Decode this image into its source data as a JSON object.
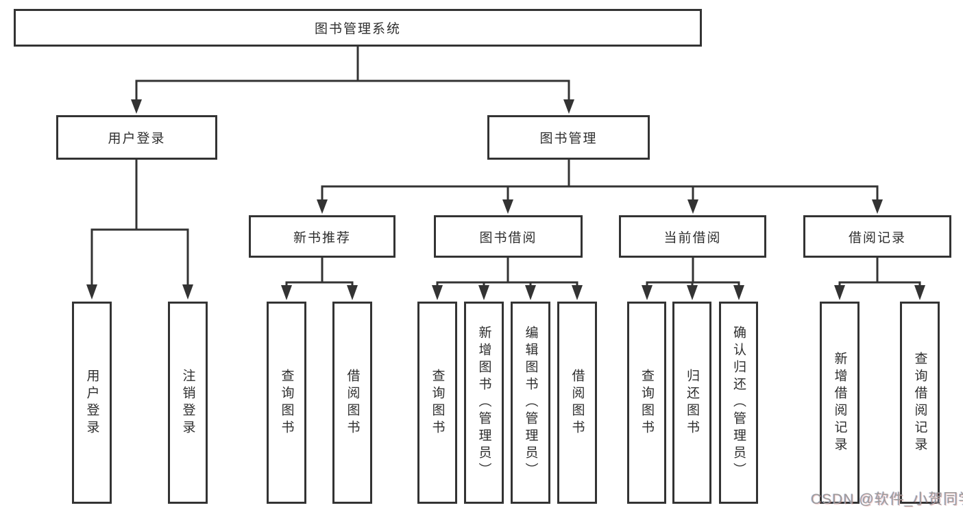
{
  "root": {
    "label": "图书管理系统"
  },
  "user_login": {
    "label": "用户登录",
    "leaves": [
      "用户登录",
      "注销登录"
    ]
  },
  "book_management": {
    "label": "图书管理",
    "groups": [
      {
        "label": "新书推荐",
        "leaves": [
          "查询图书",
          "借阅图书"
        ]
      },
      {
        "label": "图书借阅",
        "leaves": [
          "查询图书",
          "新增图书（管理员）",
          "编辑图书（管理员）",
          "借阅图书"
        ]
      },
      {
        "label": "当前借阅",
        "leaves": [
          "查询图书",
          "归还图书",
          "确认归还（管理员）"
        ]
      },
      {
        "label": "借阅记录",
        "leaves": [
          "新增借阅记录",
          "查询借阅记录"
        ]
      }
    ]
  },
  "watermark": "CSDN @软件_小贺同学",
  "colors": {
    "line": "#333333",
    "box_border": "#333333",
    "box_background": "#ffffff",
    "text": "#2e2e2e",
    "watermark": "#9b9b9b",
    "page_background": "#ffffff"
  }
}
